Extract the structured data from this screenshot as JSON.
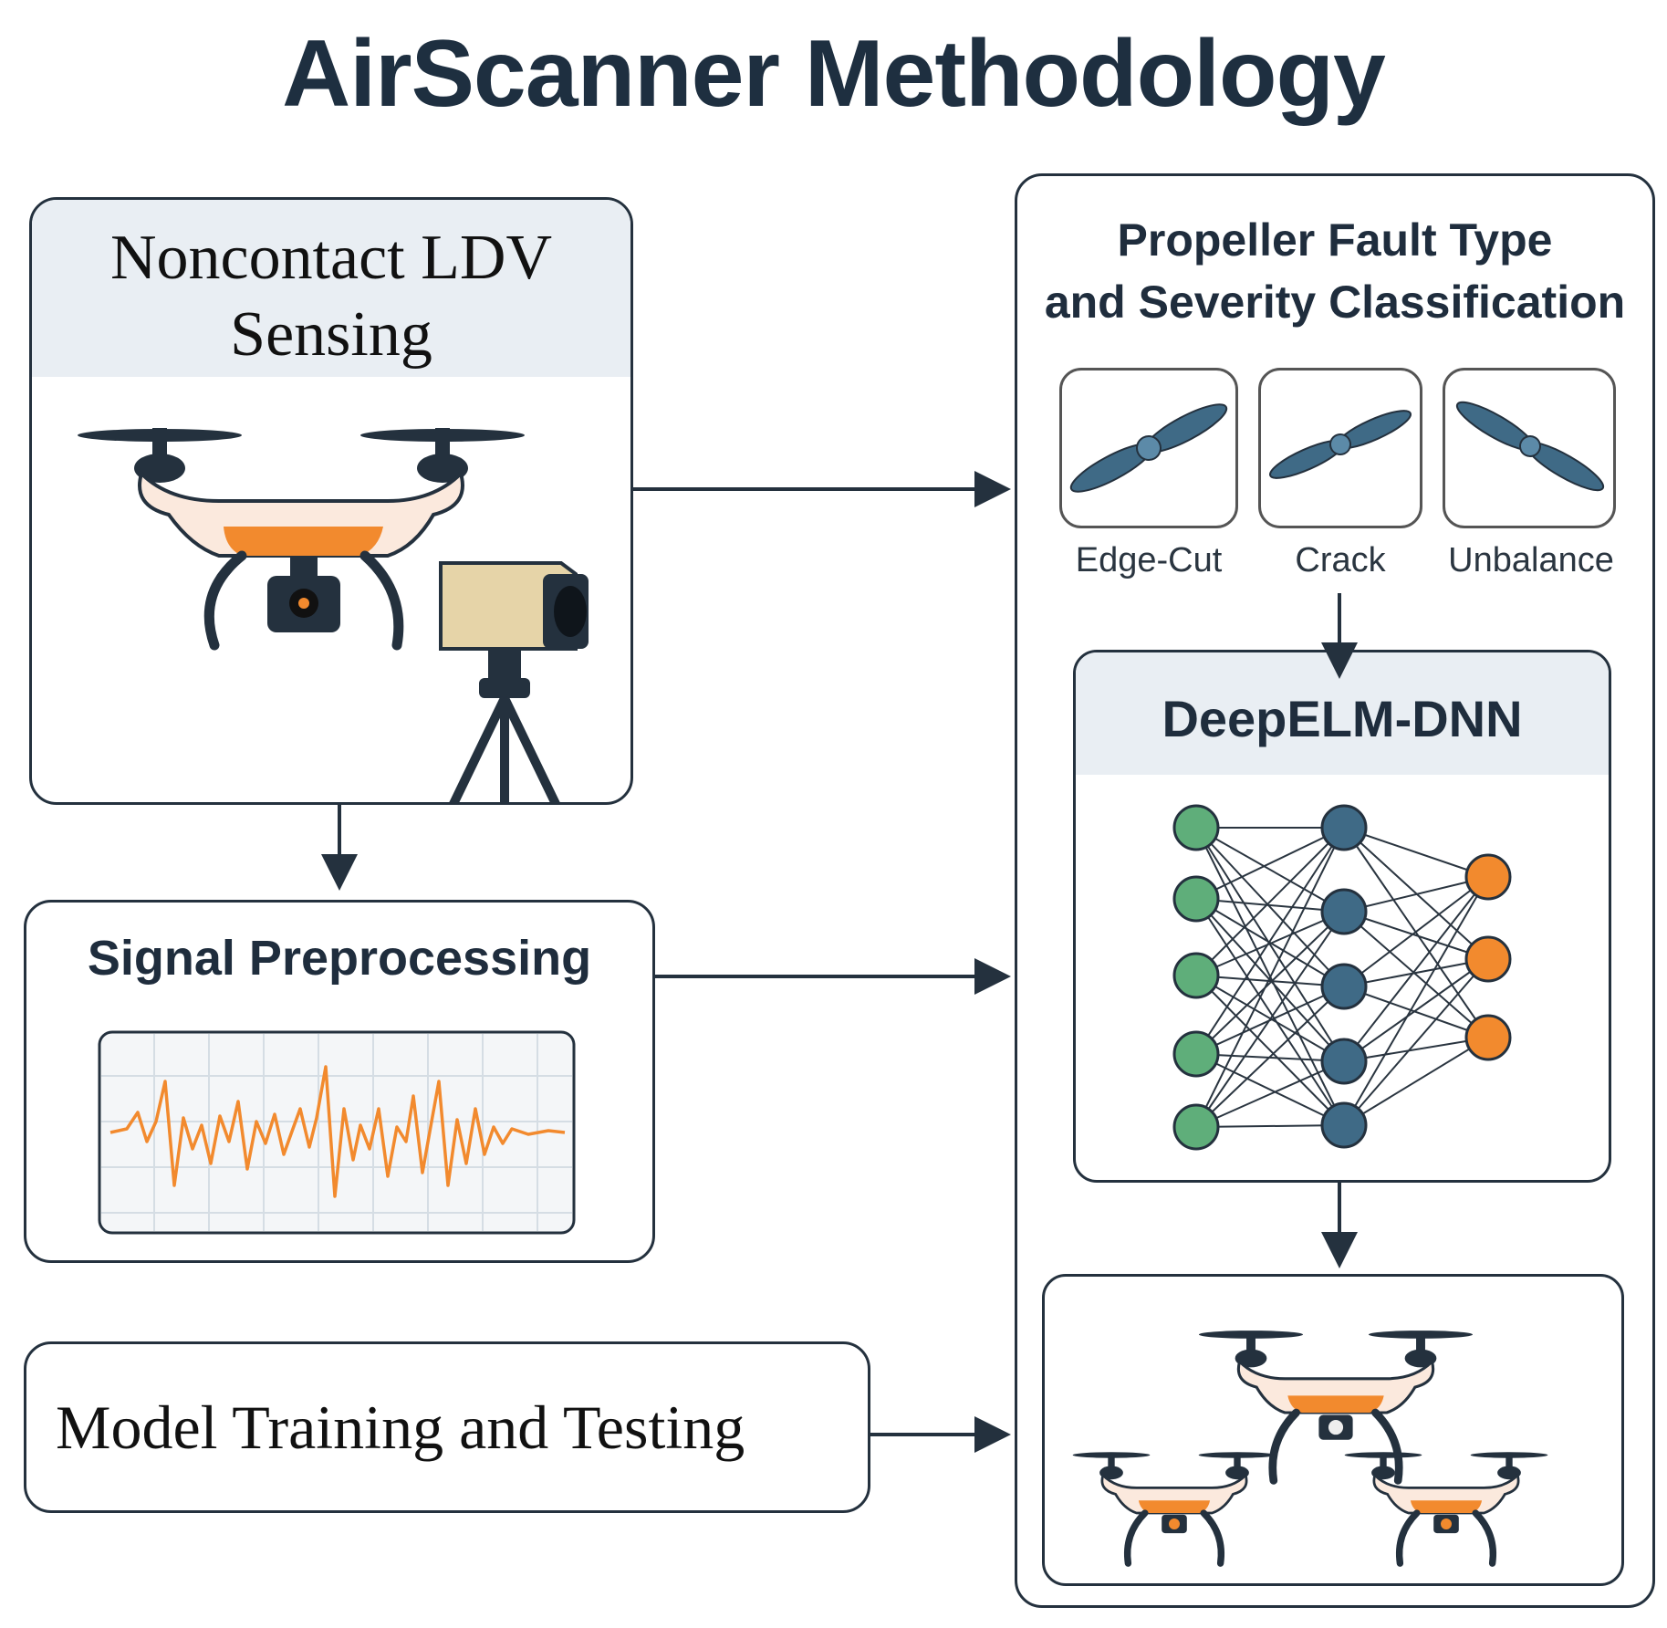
{
  "title": "AirScanner Methodology",
  "ldv": {
    "title_line1": "Noncontact LDV",
    "title_line2": "Sensing"
  },
  "preprocessing": {
    "title": "Signal Preprocessing"
  },
  "training": {
    "title": "Model Training and Testing"
  },
  "classification": {
    "title_line1": "Propeller Fault Type",
    "title_line2": "and Severity Classification",
    "fault_types": [
      "Edge-Cut",
      "Crack",
      "Unbalance"
    ]
  },
  "model": {
    "title": "DeepELM-DNN"
  },
  "colors": {
    "dark": "#24313e",
    "orange": "#f28a2e",
    "green": "#5fae7a",
    "blue": "#3f6a86",
    "panel": "#e9eef3"
  },
  "icons": [
    "drone-icon",
    "ldv-camera-icon",
    "tripod-icon",
    "propeller-icon",
    "neural-network-icon",
    "waveform-icon",
    "arrow-icon"
  ]
}
